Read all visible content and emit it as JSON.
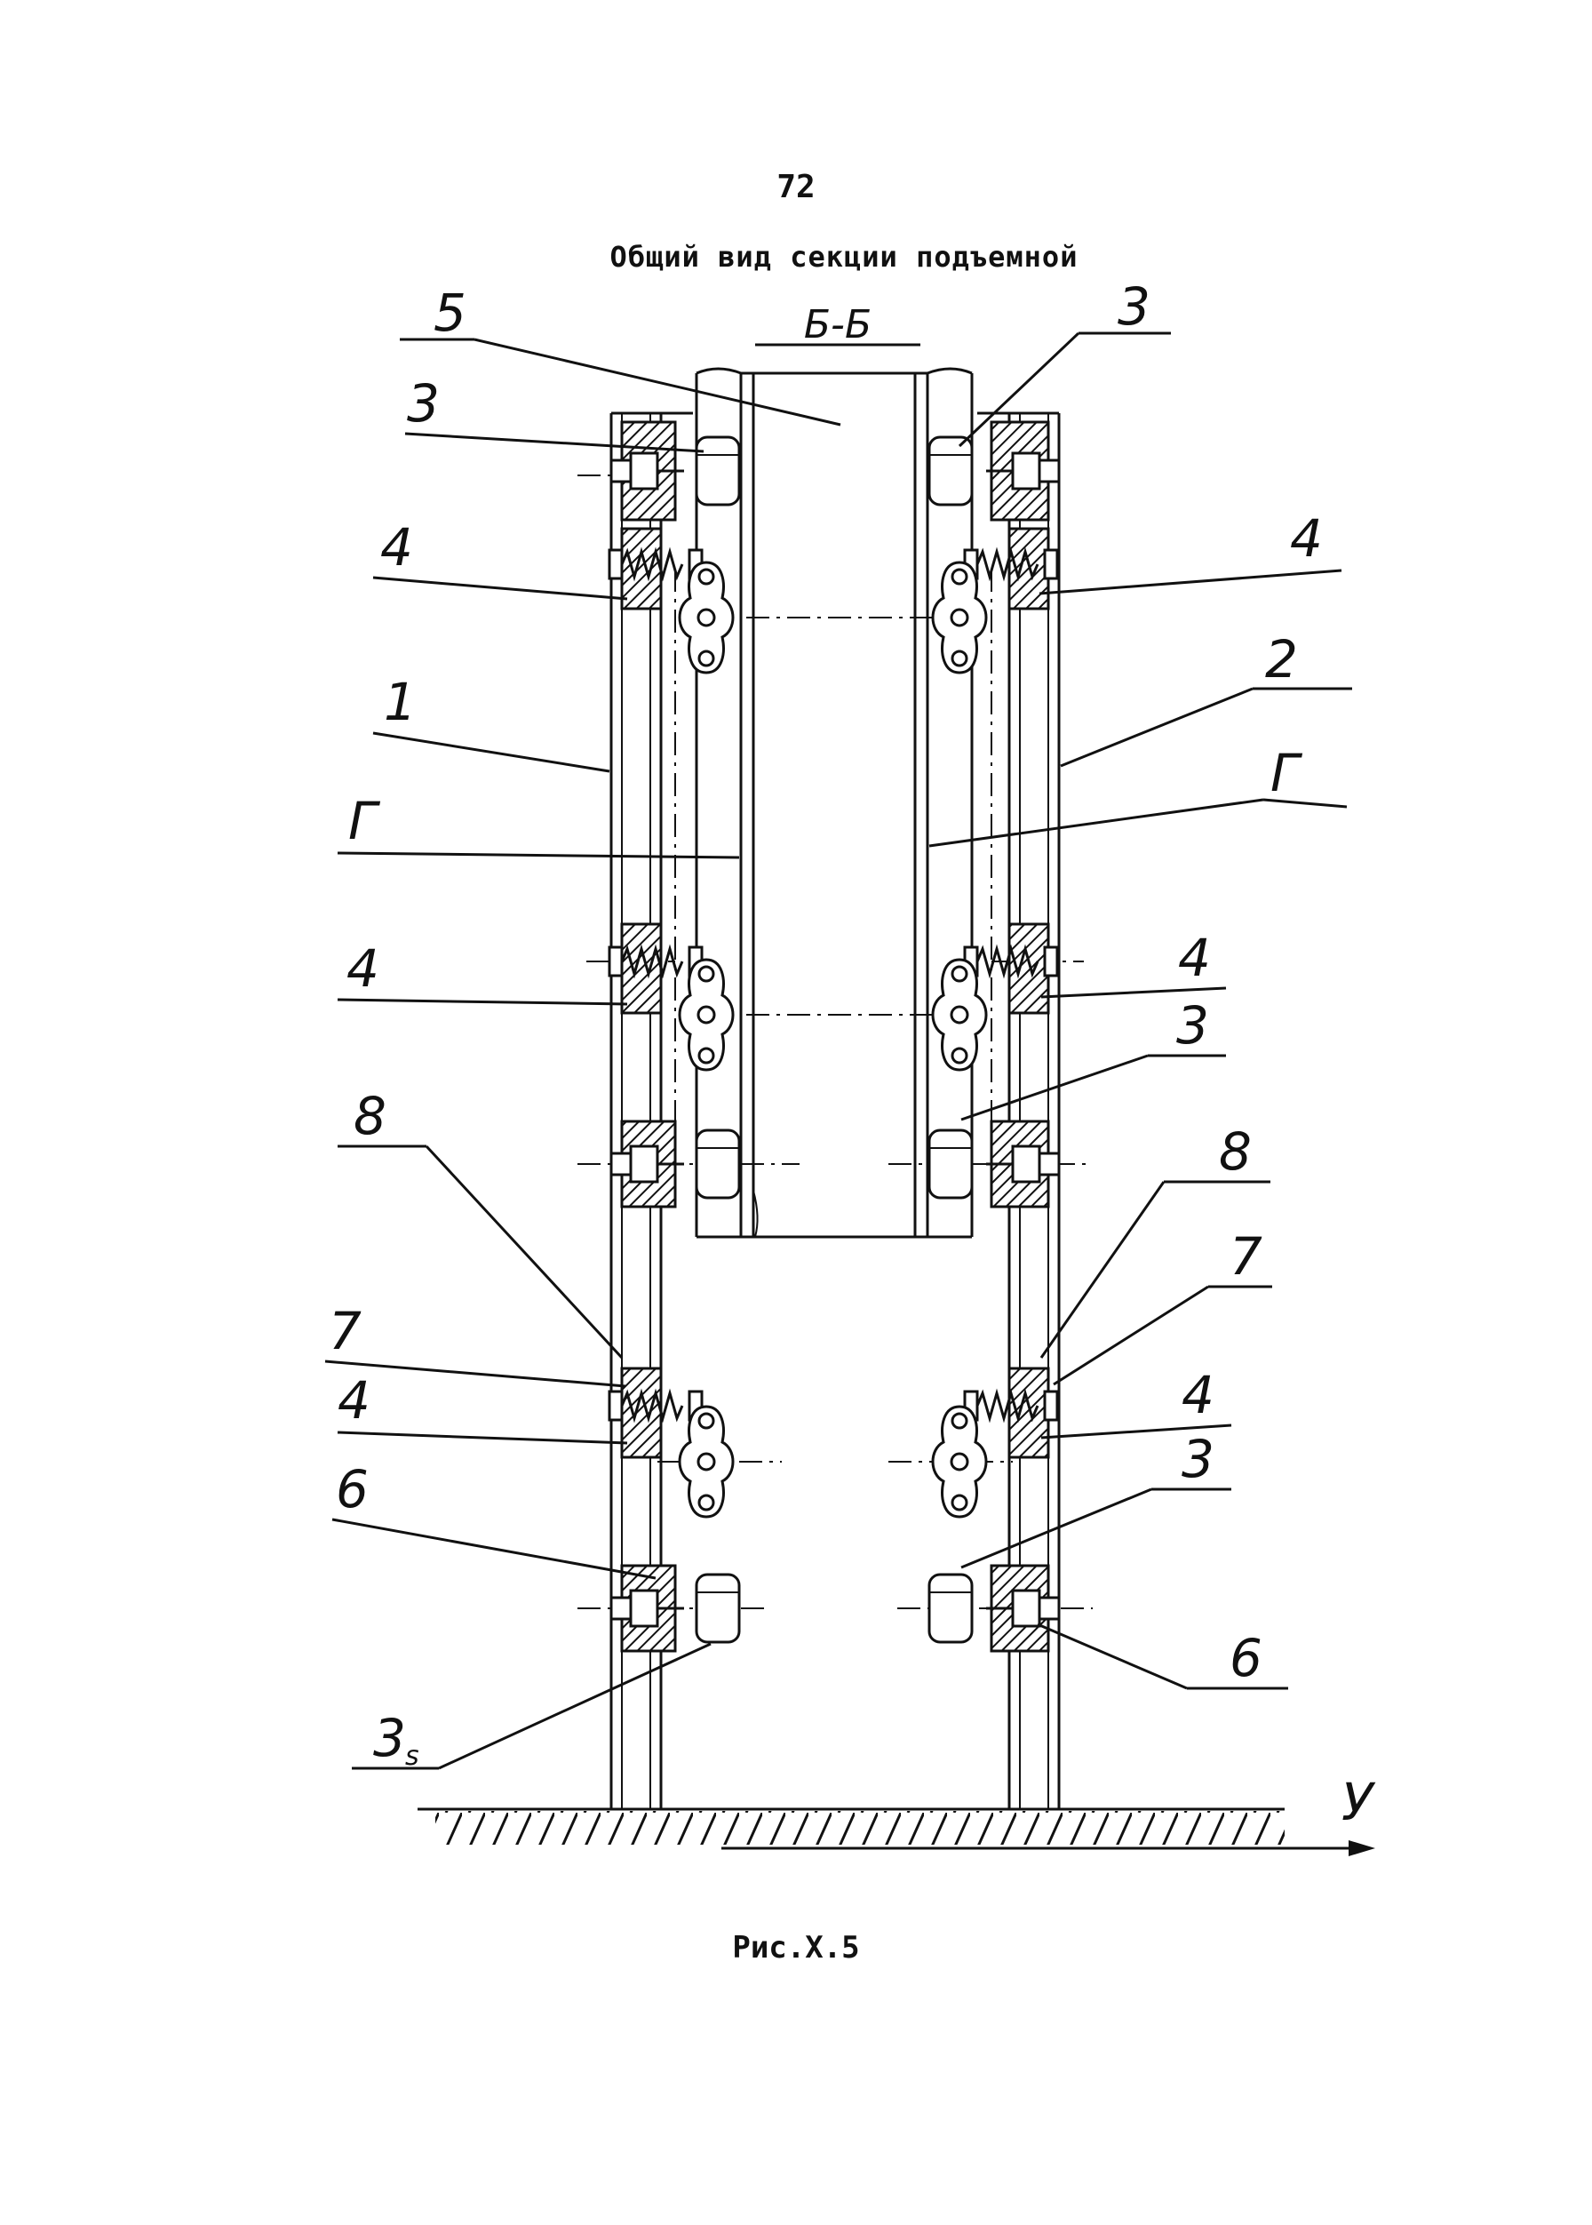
{
  "page_number": "72",
  "title": "Общий вид секции подъемной",
  "section_label": "Б-Б",
  "caption": "Рис.Х.5",
  "callouts": {
    "c5": "5",
    "c3_top_left": "3",
    "c3_top_right": "3",
    "c4_upper_left": "4",
    "c4_upper_right": "4",
    "c1": "1",
    "c2": "2",
    "cG_left": "Г",
    "cG_right": "Г",
    "c4_mid_left": "4",
    "c4_mid_right": "4",
    "c3_mid_right": "3",
    "c8_left": "8",
    "c8_right": "8",
    "c7_left": "7",
    "c7_right": "7",
    "c4_low_left": "4",
    "c4_low_right": "4",
    "c6_left": "6",
    "c6_right": "6",
    "c3_low_right": "3",
    "c3s_main": "3",
    "c3s_sub": "s",
    "axis_y": "У"
  }
}
